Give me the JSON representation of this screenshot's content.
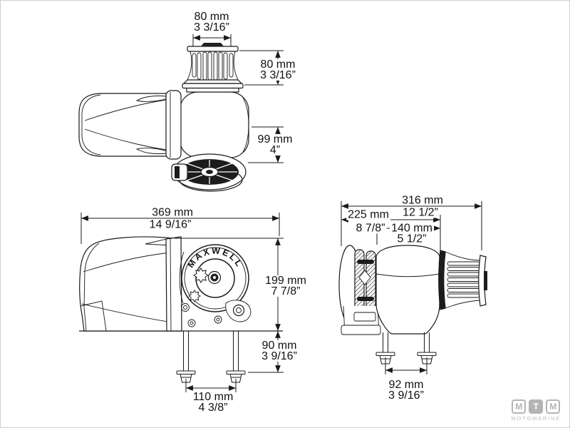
{
  "drawing": {
    "brand_arc_text": "MAXWELL",
    "colors": {
      "line": "#1a1a1a",
      "logo_gray": "#b4b4b4"
    },
    "views": {
      "top": {
        "drum_width": {
          "mm": "80 mm",
          "in": "3 3/16”"
        },
        "drum_height": {
          "mm": "80 mm",
          "in": "3 3/16”"
        },
        "gypsy_offset": {
          "mm": "99 mm",
          "in": "4”"
        }
      },
      "side": {
        "overall_length": {
          "mm": "369 mm",
          "in": "14 9/16”"
        },
        "height_above_deck": {
          "mm": "199 mm",
          "in": "7 7/8”"
        },
        "below_deck": {
          "mm": "90 mm",
          "in": "3 9/16”"
        },
        "stud_spacing": {
          "mm": "110 mm",
          "in": "4 3/8”"
        }
      },
      "end": {
        "overall_width": {
          "mm": "316 mm",
          "in": "12 1/2”"
        },
        "gypsy_to_drum": {
          "mm": "225 mm",
          "in": "8 7/8”"
        },
        "housing_width": {
          "mm": "140 mm",
          "in": "5 1/2”"
        },
        "stud_spacing": {
          "mm": "92 mm",
          "in": "3 9/16”"
        }
      }
    },
    "logo": {
      "letters": [
        "M",
        "T",
        "M"
      ],
      "subtext": "MOTOMARINE"
    }
  }
}
